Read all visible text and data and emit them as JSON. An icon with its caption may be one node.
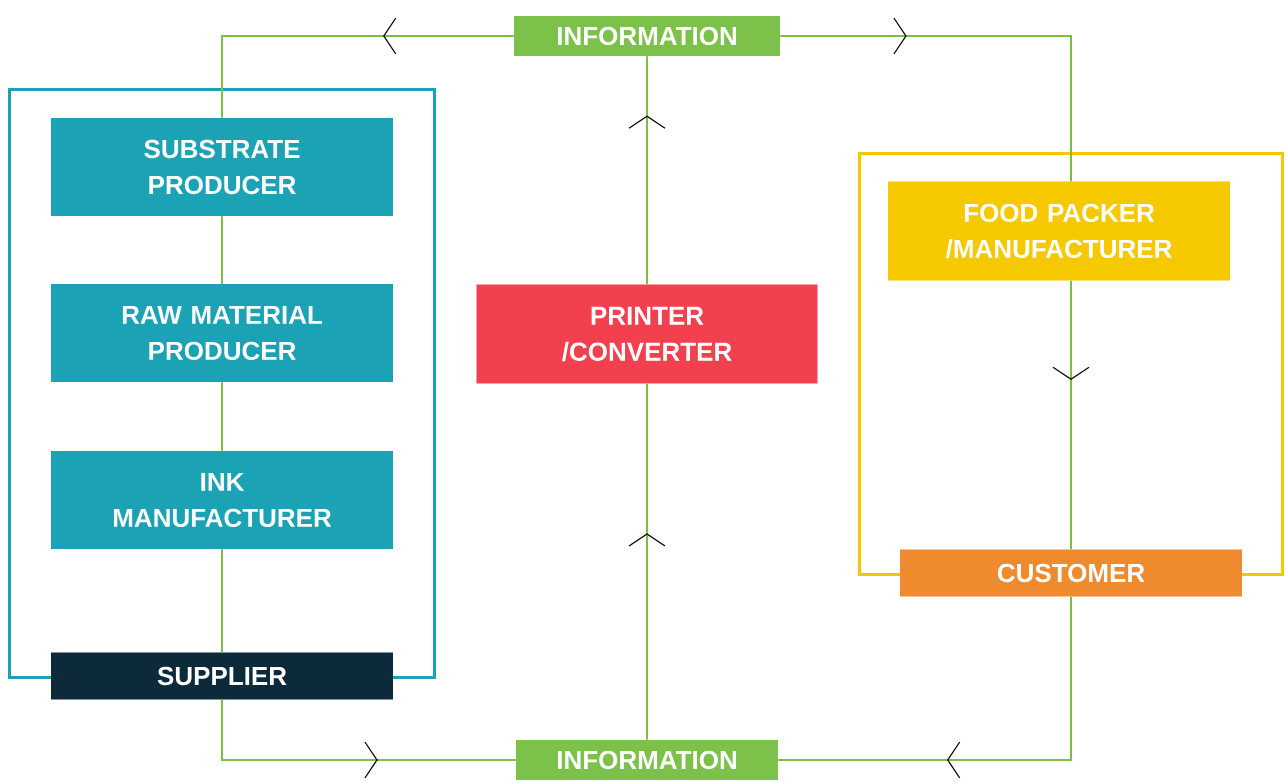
{
  "diagram": {
    "nodes": [
      {
        "text": [
          "INFORMATION"
        ]
      },
      {
        "text": [],
        "shape": "box"
      },
      {
        "text": [
          "SUBSTRATE PRODUCER"
        ],
        "in": 1
      },
      {
        "text": [
          "RAW MATERIAL PRODUCER"
        ],
        "in": 1
      },
      {
        "text": [
          "INK MANUFACTURER"
        ],
        "in": 1
      },
      {
        "text": [
          "SUPPLIER"
        ]
      },
      {
        "text": [
          "PRINTER /CONVERTER"
        ]
      },
      {
        "text": [],
        "shape": "box"
      },
      {
        "text": [
          "FOOD PACKER /MANUFACTURER"
        ],
        "in": 7
      },
      {
        "text": [
          "CUSTOMER"
        ]
      },
      {
        "text": [
          "INFORMATION"
        ]
      }
    ],
    "edges": [
      {
        "from": 0,
        "to": 2,
        "arrow": "to"
      },
      {
        "from": 2,
        "to": 3,
        "arrow": "none"
      },
      {
        "from": 3,
        "to": 4,
        "arrow": "none"
      },
      {
        "from": 4,
        "to": 5,
        "arrow": "none"
      },
      {
        "from": 5,
        "to": 10,
        "arrow": "to"
      },
      {
        "from": 10,
        "to": 6,
        "arrow": "to"
      },
      {
        "from": 6,
        "to": 0,
        "arrow": "to"
      },
      {
        "from": 0,
        "to": 8,
        "arrow": "to"
      },
      {
        "from": 8,
        "to": 9,
        "arrow": "to"
      },
      {
        "from": 9,
        "to": 10,
        "arrow": "to"
      }
    ]
  }
}
